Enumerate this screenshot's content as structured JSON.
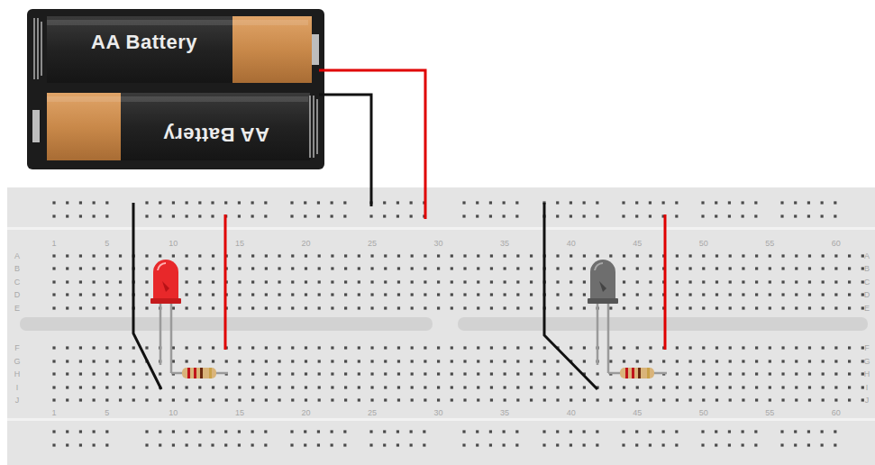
{
  "diagram": {
    "nodes": [
      {
        "text": [
          "AA Battery"
        ]
      },
      {
        "text": [
          "AA Battery"
        ]
      }
    ],
    "labels": [
      "1",
      "5",
      "10",
      "15",
      "20",
      "25",
      "30",
      "35",
      "40",
      "45",
      "50",
      "55",
      "60",
      "A",
      "B",
      "C",
      "D",
      "E",
      "A",
      "B",
      "C",
      "D",
      "E",
      "F",
      "G",
      "H",
      "I",
      "J",
      "F",
      "G",
      "H",
      "I",
      "J",
      "1",
      "5",
      "10",
      "15",
      "20",
      "25",
      "30",
      "35",
      "40",
      "45",
      "50",
      "55",
      "60"
    ]
  }
}
